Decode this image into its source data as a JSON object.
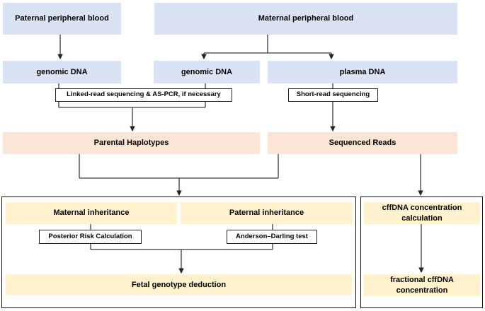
{
  "diagram": {
    "type": "flowchart",
    "nodes": {
      "paternal_blood": {
        "label": "Paternal peripheral blood",
        "kind": "sample"
      },
      "maternal_blood": {
        "label": "Maternal peripheral blood",
        "kind": "sample"
      },
      "genomic_dna_paternal": {
        "label": "genomic DNA",
        "kind": "sample"
      },
      "genomic_dna_maternal": {
        "label": "genomic DNA",
        "kind": "sample"
      },
      "plasma_dna": {
        "label": "plasma DNA",
        "kind": "sample"
      },
      "linked_read": {
        "label": "Linked-read sequencing & AS-PCR, if necessary",
        "kind": "process"
      },
      "short_read": {
        "label": "Short-read sequencing",
        "kind": "process"
      },
      "parental_haplotypes": {
        "label": "Parental Haplotypes",
        "kind": "result"
      },
      "sequenced_reads": {
        "label": "Sequenced Reads",
        "kind": "result"
      },
      "maternal_inheritance": {
        "label": "Maternal inheritance",
        "kind": "analysis"
      },
      "paternal_inheritance": {
        "label": "Paternal inheritance",
        "kind": "analysis"
      },
      "posterior_risk": {
        "label": "Posterior Risk Calculation",
        "kind": "process"
      },
      "anderson_darling": {
        "label": "Anderson–Darling test",
        "kind": "process"
      },
      "fetal_deduction": {
        "label": "Fetal genotype deduction",
        "kind": "analysis"
      },
      "cffdna_calc": {
        "label": "cffDNA concentration\ncalculation",
        "kind": "analysis"
      },
      "fractional_cffdna": {
        "label": "fractional cffDNA\nconcentration",
        "kind": "analysis"
      }
    },
    "edges": [
      {
        "from": "Paternal peripheral blood",
        "to": "genomic DNA (paternal)"
      },
      {
        "from": "Maternal peripheral blood",
        "to": "genomic DNA (maternal)"
      },
      {
        "from": "Maternal peripheral blood",
        "to": "plasma DNA"
      },
      {
        "from": "genomic DNA (paternal + maternal)",
        "via": "Linked-read sequencing & AS-PCR, if necessary",
        "to": "Parental Haplotypes"
      },
      {
        "from": "plasma DNA",
        "via": "Short-read sequencing",
        "to": "Sequenced Reads"
      },
      {
        "from": "Parental Haplotypes + Sequenced Reads",
        "to": "inheritance analysis section"
      },
      {
        "from": "Sequenced Reads",
        "to": "cffDNA concentration calculation"
      },
      {
        "from": "Maternal inheritance",
        "to": "Posterior Risk Calculation"
      },
      {
        "from": "Paternal inheritance",
        "to": "Anderson–Darling test"
      },
      {
        "from": "Posterior Risk Calculation + Anderson–Darling test",
        "to": "Fetal genotype deduction"
      },
      {
        "from": "cffDNA concentration calculation",
        "to": "fractional cffDNA concentration"
      }
    ],
    "colors": {
      "sample_fill": "#dae3f3",
      "result_fill": "#fbe5d6",
      "analysis_fill": "#fff2cc",
      "process_fill": "#ffffff",
      "line": "#3a3a3a",
      "border": "#101010",
      "text": "#000000",
      "background": "#ffffff"
    }
  }
}
